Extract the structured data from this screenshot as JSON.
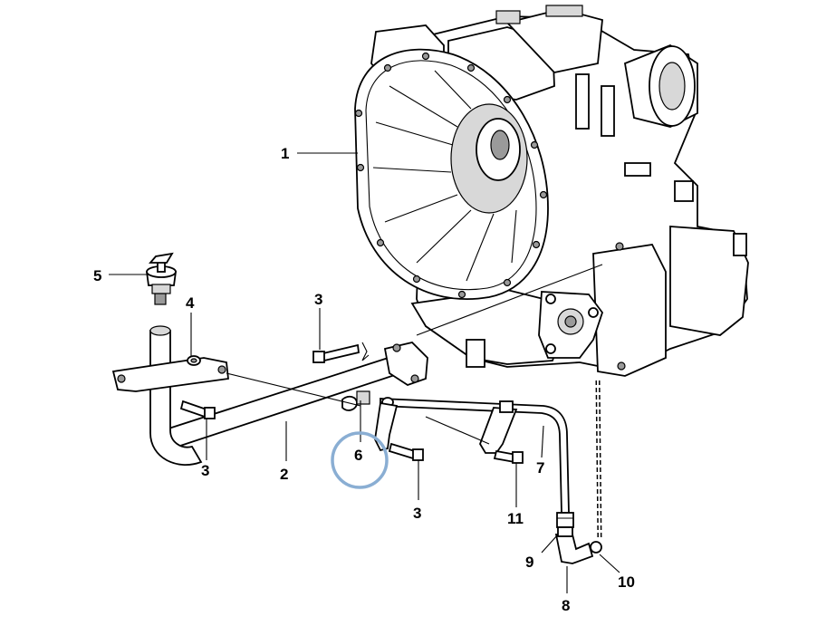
{
  "labels": {
    "p1": "1",
    "p2": "2",
    "p3a": "3",
    "p3b": "3",
    "p3c": "3",
    "p4": "4",
    "p5": "5",
    "p6": "6",
    "p7": "7",
    "p8": "8",
    "p9": "9",
    "p10": "10",
    "p11": "11"
  },
  "colors": {
    "highlight": "#8aaed3",
    "ink": "#000000",
    "shade": "#d8d8d8"
  },
  "highlighted_part": "6"
}
